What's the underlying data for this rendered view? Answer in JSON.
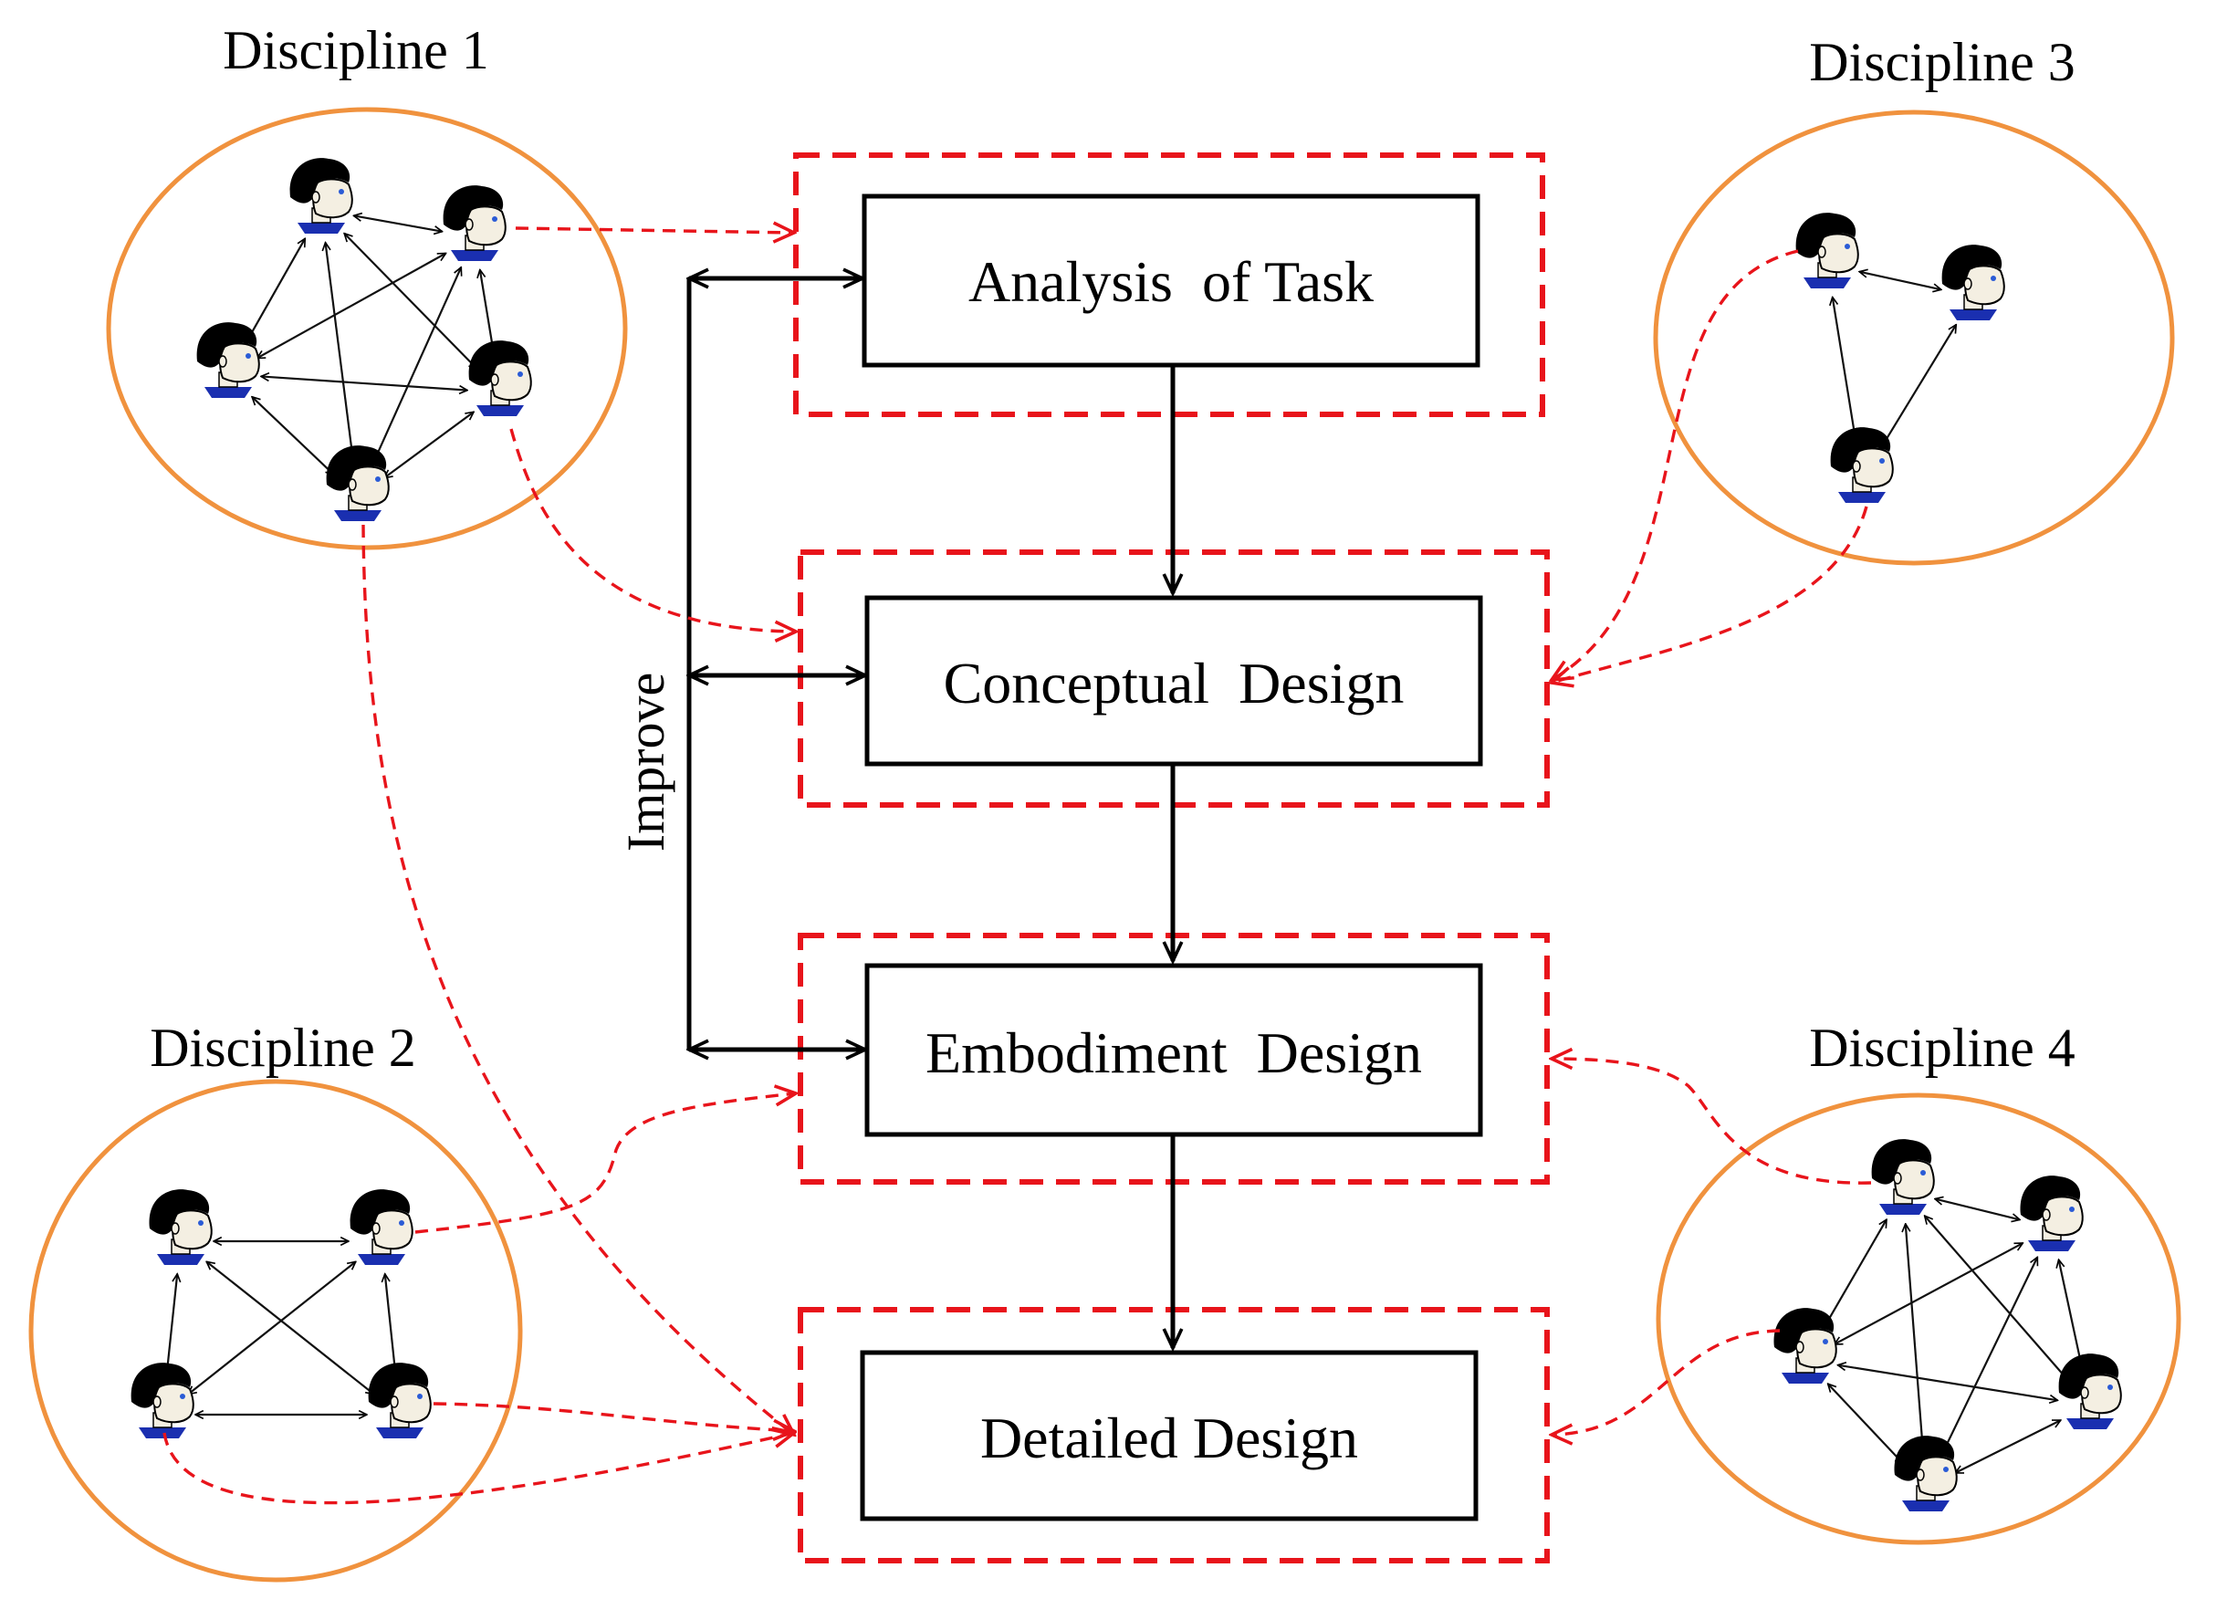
{
  "stages": [
    {
      "id": "task",
      "label": "Analysis  of Task"
    },
    {
      "id": "concept",
      "label": "Conceptual  Design"
    },
    {
      "id": "embodiment",
      "label": "Embodiment  Design"
    },
    {
      "id": "detailed",
      "label": "Detailed Design"
    }
  ],
  "feedback_label": "Improve",
  "disciplines": [
    {
      "id": "d1",
      "label": "Discipline 1",
      "members": 5
    },
    {
      "id": "d2",
      "label": "Discipline 2",
      "members": 4
    },
    {
      "id": "d3",
      "label": "Discipline 3",
      "members": 3
    },
    {
      "id": "d4",
      "label": "Discipline 4",
      "members": 5
    }
  ],
  "colors": {
    "frame": "#e8141b",
    "circle": "#f0923e",
    "hair": "#000000",
    "collar": "#1a2fb0",
    "face": "#f4efe2"
  }
}
